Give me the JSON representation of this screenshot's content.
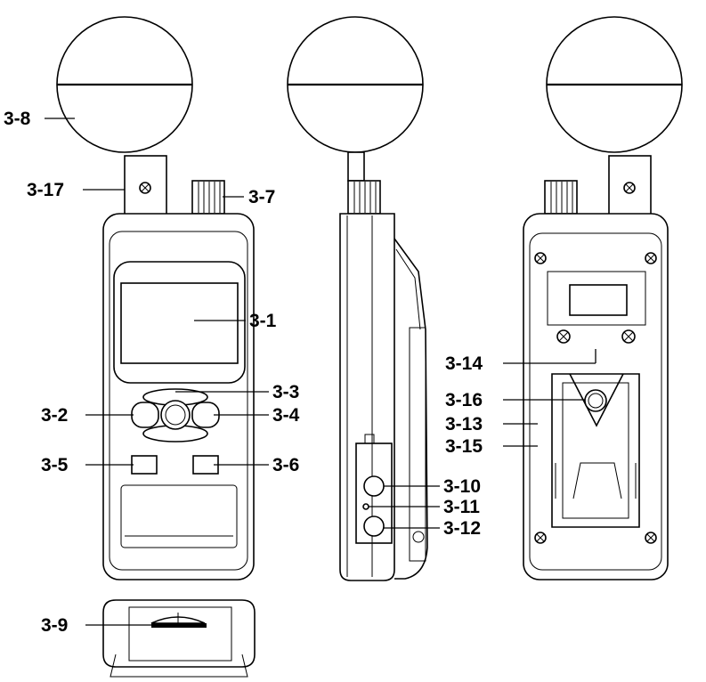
{
  "labels": {
    "l3_1": "3-1",
    "l3_2": "3-2",
    "l3_3": "3-3",
    "l3_4": "3-4",
    "l3_5": "3-5",
    "l3_6": "3-6",
    "l3_7": "3-7",
    "l3_8": "3-8",
    "l3_9": "3-9",
    "l3_10": "3-10",
    "l3_11": "3-11",
    "l3_12": "3-12",
    "l3_13": "3-13",
    "l3_14": "3-14",
    "l3_15": "3-15",
    "l3_16": "3-16",
    "l3_17": "3-17"
  }
}
